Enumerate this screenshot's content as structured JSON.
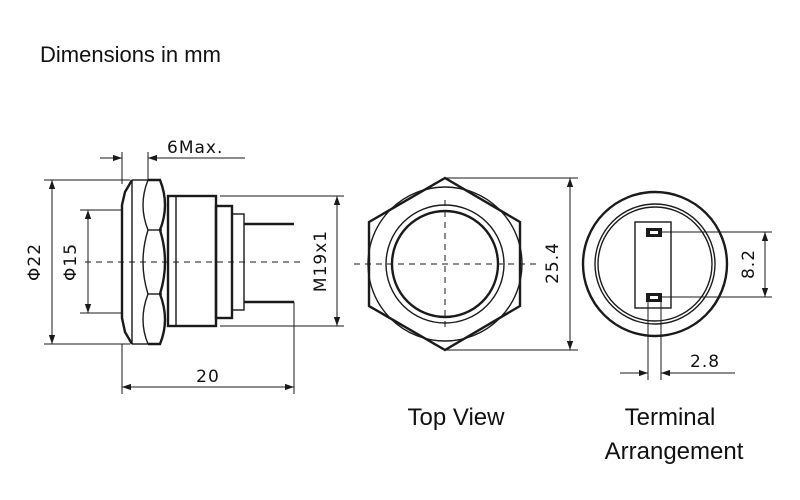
{
  "heading": "Dimensions in mm",
  "side_view": {
    "dim_thickness": "6Max.",
    "dim_outer_dia": "Φ22",
    "dim_button_dia": "Φ15",
    "dim_thread": "M19x1",
    "dim_length": "20"
  },
  "top_view": {
    "dim_across_corners": "25.4",
    "caption": "Top View"
  },
  "terminal_view": {
    "dim_pin_spacing": "8.2",
    "dim_pin_width": "2.8",
    "caption_line1": "Terminal",
    "caption_line2": "Arrangement"
  }
}
